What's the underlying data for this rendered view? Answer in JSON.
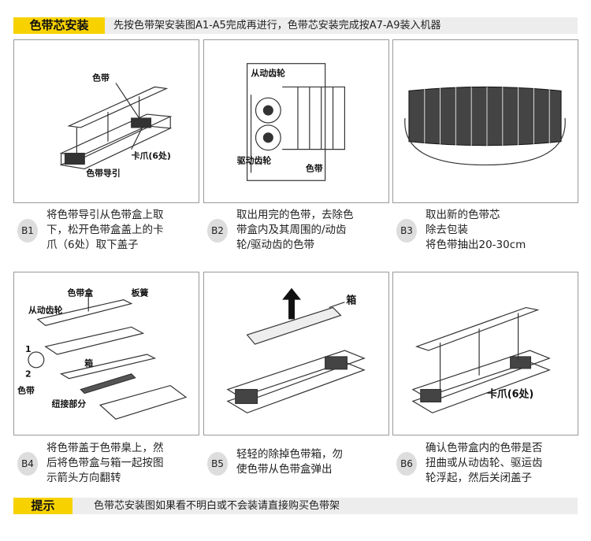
{
  "header": {
    "tag": "色带芯安装",
    "text": "先按色带架安装图A1-A5完成再进行，色带芯安装完成按A7-A9装入机器"
  },
  "steps": [
    {
      "id": "B1",
      "text": "将色带导引从色带盒上取\n下，松开色带盒盖上的卡\n爪（6处）取下盖子",
      "labels": [
        "色带",
        "卡爪(6处)",
        "色带导引"
      ]
    },
    {
      "id": "B2",
      "text": "取出用完的色带，去除色\n带盒内及其周围的/动齿\n轮/驱动齿的色带",
      "labels": [
        "从动齿轮",
        "驱动齿轮",
        "色带"
      ]
    },
    {
      "id": "B3",
      "text": "取出新的色带芯\n除去包装\n将色带抽出20-30cm",
      "labels": []
    },
    {
      "id": "B4",
      "text": "将色带盖于色带臬上，然\n后将色带盒与箱一起按图\n示箭头方向翻转",
      "labels": [
        "色带盒",
        "板簧",
        "从动齿轮",
        "箱",
        "1",
        "2",
        "色带",
        "纽接部分"
      ]
    },
    {
      "id": "B5",
      "text": "轻轻的除掉色带箱，勿\n使色带从色带盒弹出",
      "labels": [
        "箱"
      ]
    },
    {
      "id": "B6",
      "text": "确认色带盒内的色带是否\n扭曲或从动齿轮、驱运齿\n轮浮起，然后关闭盖子",
      "labels": [
        "卡爪(6处)"
      ]
    }
  ],
  "footer": {
    "tag": "提示",
    "text": "色带芯安装图如果看不明白或不会装请直接购买色带架"
  },
  "colors": {
    "accent": "#f7d200",
    "bar": "#ededed",
    "badge": "#dddddd"
  }
}
